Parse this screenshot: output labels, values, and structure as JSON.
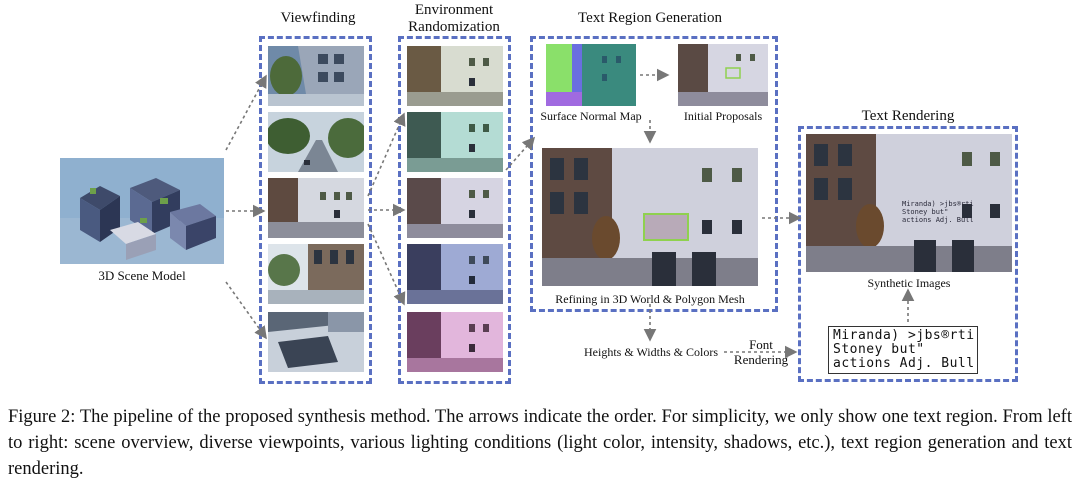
{
  "titles": {
    "viewfinding": "Viewfinding",
    "environment_randomization": "Environment\nRandomization",
    "text_region_generation": "Text Region Generation",
    "text_rendering": "Text Rendering"
  },
  "labels": {
    "scene_model": "3D Scene Model",
    "surface_normal_map": "Surface Normal Map",
    "initial_proposals": "Initial Proposals",
    "refining": "Refining in 3D World & Polygon Mesh",
    "heights_widths_colors": "Heights & Widths & Colors",
    "font_rendering": "Font\nRendering",
    "synthetic_images": "Synthetic Images"
  },
  "sample_text": {
    "line1": "Miranda) >jbs®rti",
    "line2": "Stoney but\"",
    "line3": "actions Adj. Bull"
  },
  "overlay_text": {
    "line1": "Miranda) >jbs®rti",
    "line2": "Stoney but\"",
    "line3": "actions Adj. Bull"
  },
  "caption": "Figure 2: The pipeline of the proposed synthesis method. The arrows indicate the order. For simplicity, we only show one text region. From left to right: scene overview, diverse viewpoints, various lighting conditions (light color, intensity, shadows, etc.), text region generation and text rendering.",
  "colors": {
    "dashed_box": "#5a70c2",
    "arrow": "#777777",
    "proposal_box": "#8fd14f"
  }
}
